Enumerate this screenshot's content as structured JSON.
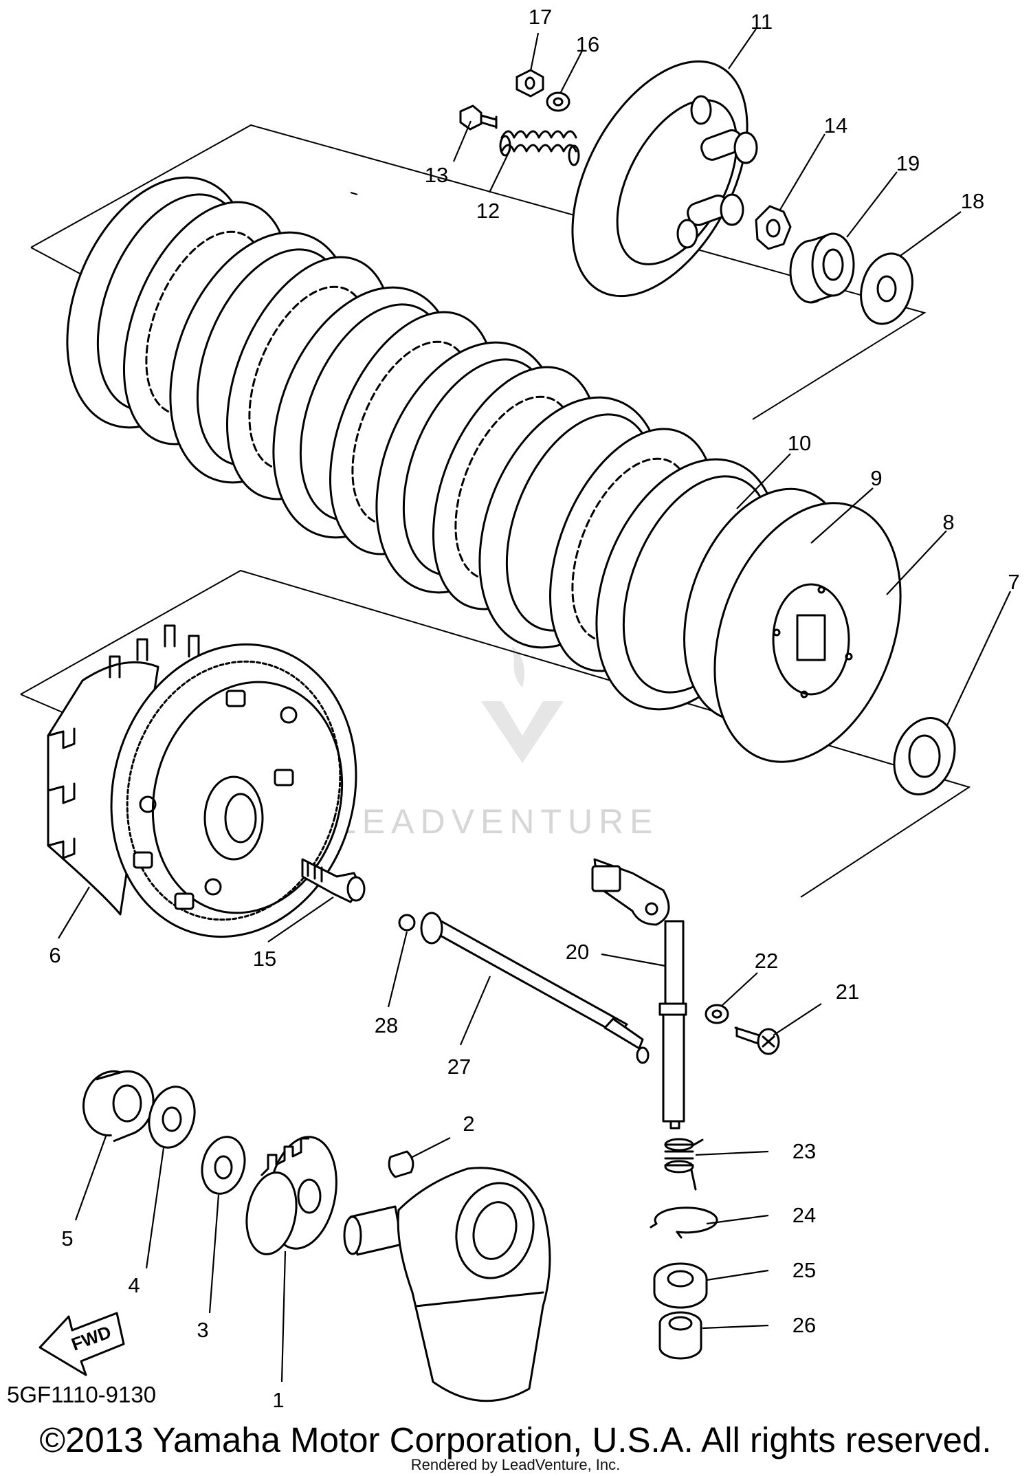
{
  "diagram": {
    "callouts": [
      {
        "id": "1",
        "label": "1"
      },
      {
        "id": "2",
        "label": "2"
      },
      {
        "id": "3",
        "label": "3"
      },
      {
        "id": "4",
        "label": "4"
      },
      {
        "id": "5",
        "label": "5"
      },
      {
        "id": "6",
        "label": "6"
      },
      {
        "id": "7",
        "label": "7"
      },
      {
        "id": "8",
        "label": "8"
      },
      {
        "id": "9",
        "label": "9"
      },
      {
        "id": "10",
        "label": "10"
      },
      {
        "id": "11",
        "label": "11"
      },
      {
        "id": "12",
        "label": "12"
      },
      {
        "id": "13",
        "label": "13"
      },
      {
        "id": "14",
        "label": "14"
      },
      {
        "id": "15",
        "label": "15"
      },
      {
        "id": "16",
        "label": "16"
      },
      {
        "id": "17",
        "label": "17"
      },
      {
        "id": "18",
        "label": "18"
      },
      {
        "id": "19",
        "label": "19"
      },
      {
        "id": "20",
        "label": "20"
      },
      {
        "id": "21",
        "label": "21"
      },
      {
        "id": "22",
        "label": "22"
      },
      {
        "id": "23",
        "label": "23"
      },
      {
        "id": "24",
        "label": "24"
      },
      {
        "id": "25",
        "label": "25"
      },
      {
        "id": "26",
        "label": "26"
      },
      {
        "id": "27",
        "label": "27"
      },
      {
        "id": "28",
        "label": "28"
      }
    ],
    "fwd_label": "FWD",
    "part_code": "5GF1110-9130",
    "copyright": "©2013 Yamaha Motor Corporation, U.S.A. All rights reserved.",
    "rendered_by": "Rendered by LeadVenture, Inc.",
    "watermark": "LEADVENTURE"
  }
}
